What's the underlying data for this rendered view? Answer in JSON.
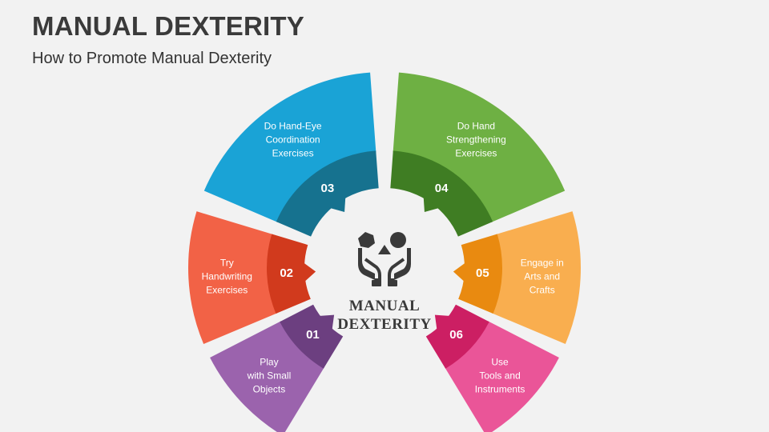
{
  "header": {
    "title": "MANUAL DEXTERITY",
    "subtitle": "How to Promote Manual Dexterity"
  },
  "center": {
    "line1": "MANUAL",
    "line2": "DEXTERITY",
    "icon": "hands-holding-shapes-icon"
  },
  "steps": [
    {
      "number": "01",
      "lines": [
        "Play",
        "with Small",
        "Objects"
      ],
      "outer_color": "#9b63ad",
      "inner_color": "#6c3f80"
    },
    {
      "number": "02",
      "lines": [
        "Try",
        "Handwriting",
        "Exercises"
      ],
      "outer_color": "#f26246",
      "inner_color": "#d13a1d"
    },
    {
      "number": "03",
      "lines": [
        "Do Hand-Eye",
        "Coordination",
        "Exercises"
      ],
      "outer_color": "#1aa3d6",
      "inner_color": "#16728f"
    },
    {
      "number": "04",
      "lines": [
        "Do Hand",
        "Strengthening",
        "Exercises"
      ],
      "outer_color": "#6eb043",
      "inner_color": "#3f7d23"
    },
    {
      "number": "05",
      "lines": [
        "Engage in",
        "Arts and",
        "Crafts"
      ],
      "outer_color": "#f9ae4f",
      "inner_color": "#e98a10"
    },
    {
      "number": "06",
      "lines": [
        "Use",
        "Tools and",
        "Instruments"
      ],
      "outer_color": "#ea5598",
      "inner_color": "#cc1f63"
    }
  ]
}
